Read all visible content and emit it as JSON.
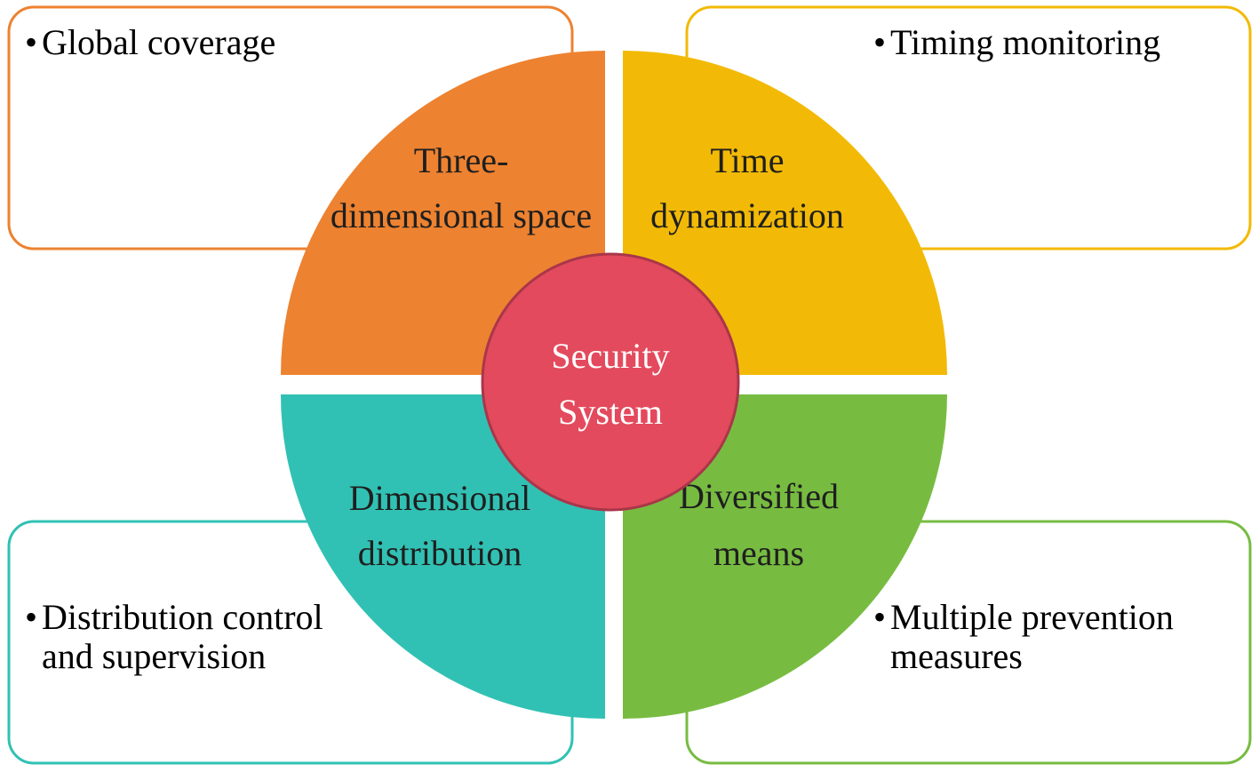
{
  "colors": {
    "space": "#ED8230",
    "time": "#F2BA06",
    "distribution": "#31C1B4",
    "means": "#77BC41",
    "center": "#E34A5D",
    "center_stroke": "#A9364A"
  },
  "center": {
    "line1": "Security",
    "line2": "System"
  },
  "quadrants": {
    "space": {
      "line1": "Three-",
      "line2": "dimensional space"
    },
    "time": {
      "line1": "Time",
      "line2": "dynamization"
    },
    "distribution": {
      "line1": "Dimensional",
      "line2": "distribution"
    },
    "means": {
      "line1": "Diversified",
      "line2": "means"
    }
  },
  "boxes": {
    "global": {
      "bullet": "•",
      "line1": "Global coverage"
    },
    "timing": {
      "bullet": "•",
      "line1": "Timing monitoring"
    },
    "control": {
      "bullet": "•",
      "line1": "Distribution control",
      "line2": "and supervision"
    },
    "prevention": {
      "bullet": "•",
      "line1": "Multiple prevention",
      "line2": "measures"
    }
  }
}
